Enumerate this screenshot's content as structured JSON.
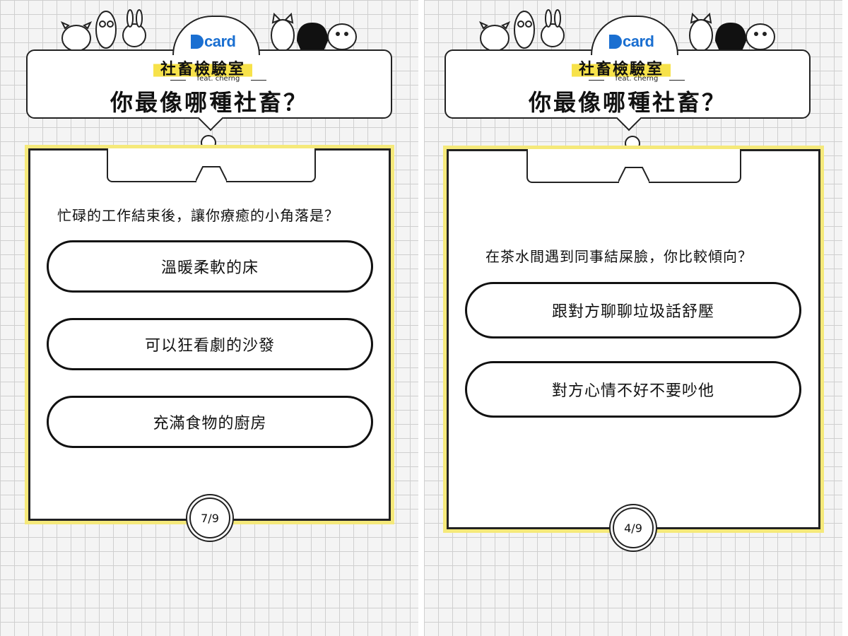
{
  "panels": [
    {
      "logo": "card",
      "series_title": "社畜檢驗室",
      "feat": "feat. cherng",
      "main_title": "你最像哪種社畜？",
      "question": "忙碌的工作結束後，讓你療癒的小角落是？",
      "options": [
        "溫暖柔軟的床",
        "可以狂看劇的沙發",
        "充滿食物的廚房"
      ],
      "progress": "7/9"
    },
    {
      "logo": "card",
      "series_title": "社畜檢驗室",
      "feat": "feat. cherng",
      "main_title": "你最像哪種社畜？",
      "question": "在茶水間遇到同事結屎臉，你比較傾向？",
      "options": [
        "跟對方聊聊垃圾話舒壓",
        "對方心情不好不要吵他"
      ],
      "progress": "4/9"
    }
  ],
  "colors": {
    "accent_yellow": "#f5e97a",
    "brand_blue": "#1a6fd1",
    "grid_line": "#cfcfcf"
  }
}
